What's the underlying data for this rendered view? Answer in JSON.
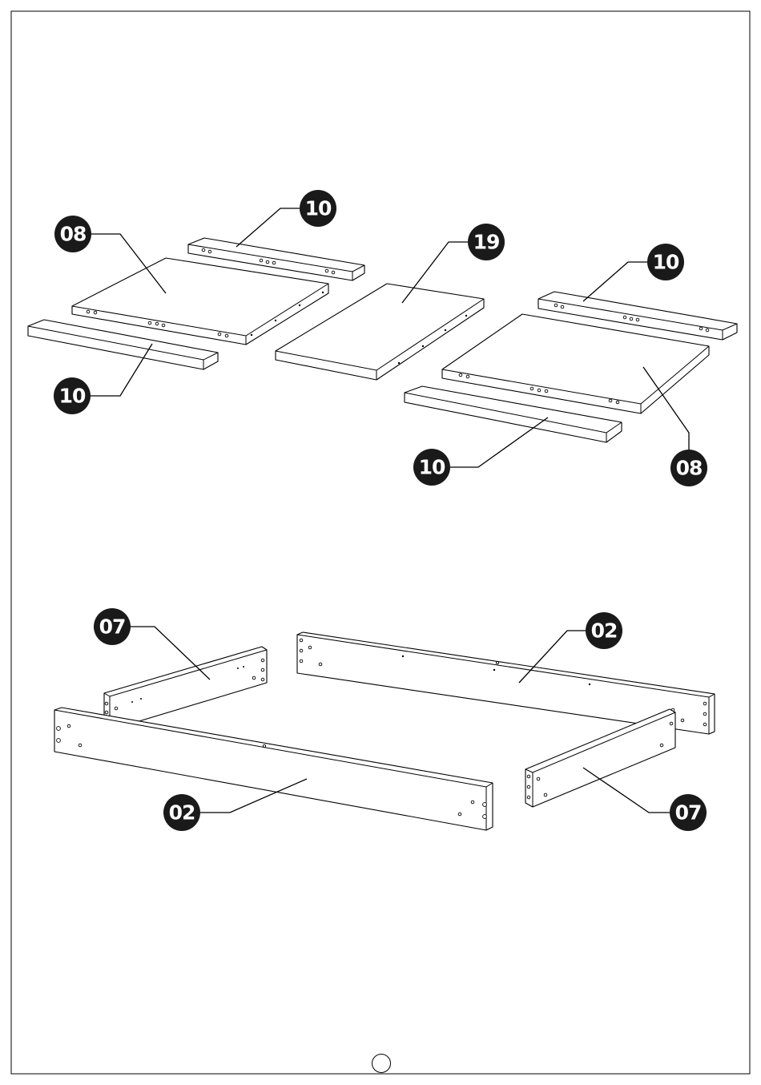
{
  "diagram": {
    "labels": {
      "part_08_left": "08",
      "part_10_top_left": "10",
      "part_10_bottom_left": "10",
      "part_19": "19",
      "part_10_top_right": "10",
      "part_10_bottom_right": "10",
      "part_08_right": "08",
      "part_07_left": "07",
      "part_02_back": "02",
      "part_02_front": "02",
      "part_07_right": "07"
    },
    "colors": {
      "badge": "#1a1a1a",
      "badge_text": "#ffffff",
      "line": "#000000"
    }
  }
}
